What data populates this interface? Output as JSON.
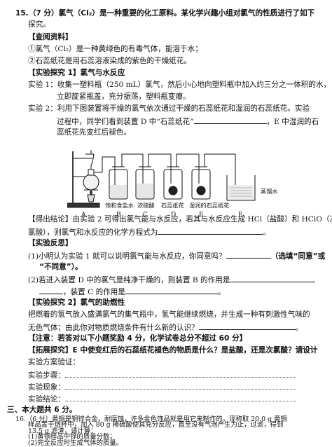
{
  "q15": {
    "title_l1": "15.（7 分）氯气（Cl₂）是一种重要的化工原料。某化学兴趣小组对氯气的性质进行了如下",
    "title_l2": "探究。",
    "ref_head": "【查阅资料】",
    "ref_1": "①氯气（Cl₂）是一种黄绿色的有毒气体，能溶于水；",
    "ref_2": "②石蕊纸花是用石蕊溶液染成的紫色的干燥纸花。",
    "exp1_head": "【实验探究 1】氯气与水反应",
    "exp1_l1": "实验 1：收集一塑料瓶（250 mL）氯气，然后小心地向塑料瓶中加入约三分之一体积的水，",
    "exp1_l2": "立即旋紧瓶盖，充分振荡，塑料瓶变瘪。",
    "exp2_l1": "实验 2：利用下图装置将干燥的氯气依次通过干燥的石蕊纸花和湿润的石蕊纸花。实验",
    "exp2_l2a": "过程中，同学们看到装置 D 中“石蕊纸花”",
    "exp2_l2b": "，E 中湿润的石",
    "exp2_l3": "蕊纸花先变红后褪色。",
    "diagram": {
      "label_water": "蒸馏水",
      "label_B": "饱和食盐水",
      "label_C": "浓硫酸",
      "label_D": "石蕊纸花",
      "label_E": "湿润的石蕊纸花",
      "letters": [
        "A",
        "B",
        "C",
        "D",
        "E",
        "F"
      ]
    },
    "concl_l1": "【得出结论】由实验 2 可得出氯气能与水反应，若其与水反应生成 HCl（盐酸）和 HClO（次",
    "concl_l2": "氯酸），则氯气和水反应的化学方程式为",
    "reflect_head": "【实验反思】",
    "reflect_1a": "(1)小明认为实验 1 就可以说明氯气能与水反应，你同意吗？",
    "reflect_1b": "（选填“同意”或",
    "reflect_1c": "“不同意”）。",
    "reflect_2a": "(2)若进入装置 D 中的氯气是纯净干燥的，则装置 B 的作用是",
    "reflect_2b": "，装置 C 的作用是",
    "exp3_head": "【实验探究 2】氯气的助燃性",
    "exp3_l1": "把燃着的氢气放入盛满氯气的集气瓶中，氢气能继续燃烧，并生成一种有刺激性气味的",
    "exp3_l2": "无色气体；由此你对物质燃烧条件有什么新的认识？",
    "note": "【注意：若答对以下小题奖励 4 分，化学试卷总分不超过 60 分】",
    "ext_l1": "【拓展探究】E 中使变红后的石蕊纸花褪色的物质是什么？是盐酸，还是次氯酸？请设计",
    "ext_l2": "实验方案验证：",
    "step": "实验步骤：",
    "phen": "实验现象：",
    "conc": "实验结论：",
    "period": "。"
  },
  "section3": "三、本大题共 6 分。",
  "q16": {
    "l1": "16.（6 分）黄铜是铜锌合金，耐腐蚀，许多金色饰品就是用它来制作的。现称取 20.0 g 黄铜",
    "l2": "样品置于烧杯中，加入 80 g 稀硫酸使其充分反应，直至没有气泡产生为止，过滤，得到",
    "l3": "13.5 g 滤渣，请计算：",
    "l4": "(1)黄铜样品中锌的质量分数；",
    "l5": "(2)完全反应时生成气体的质量。"
  }
}
